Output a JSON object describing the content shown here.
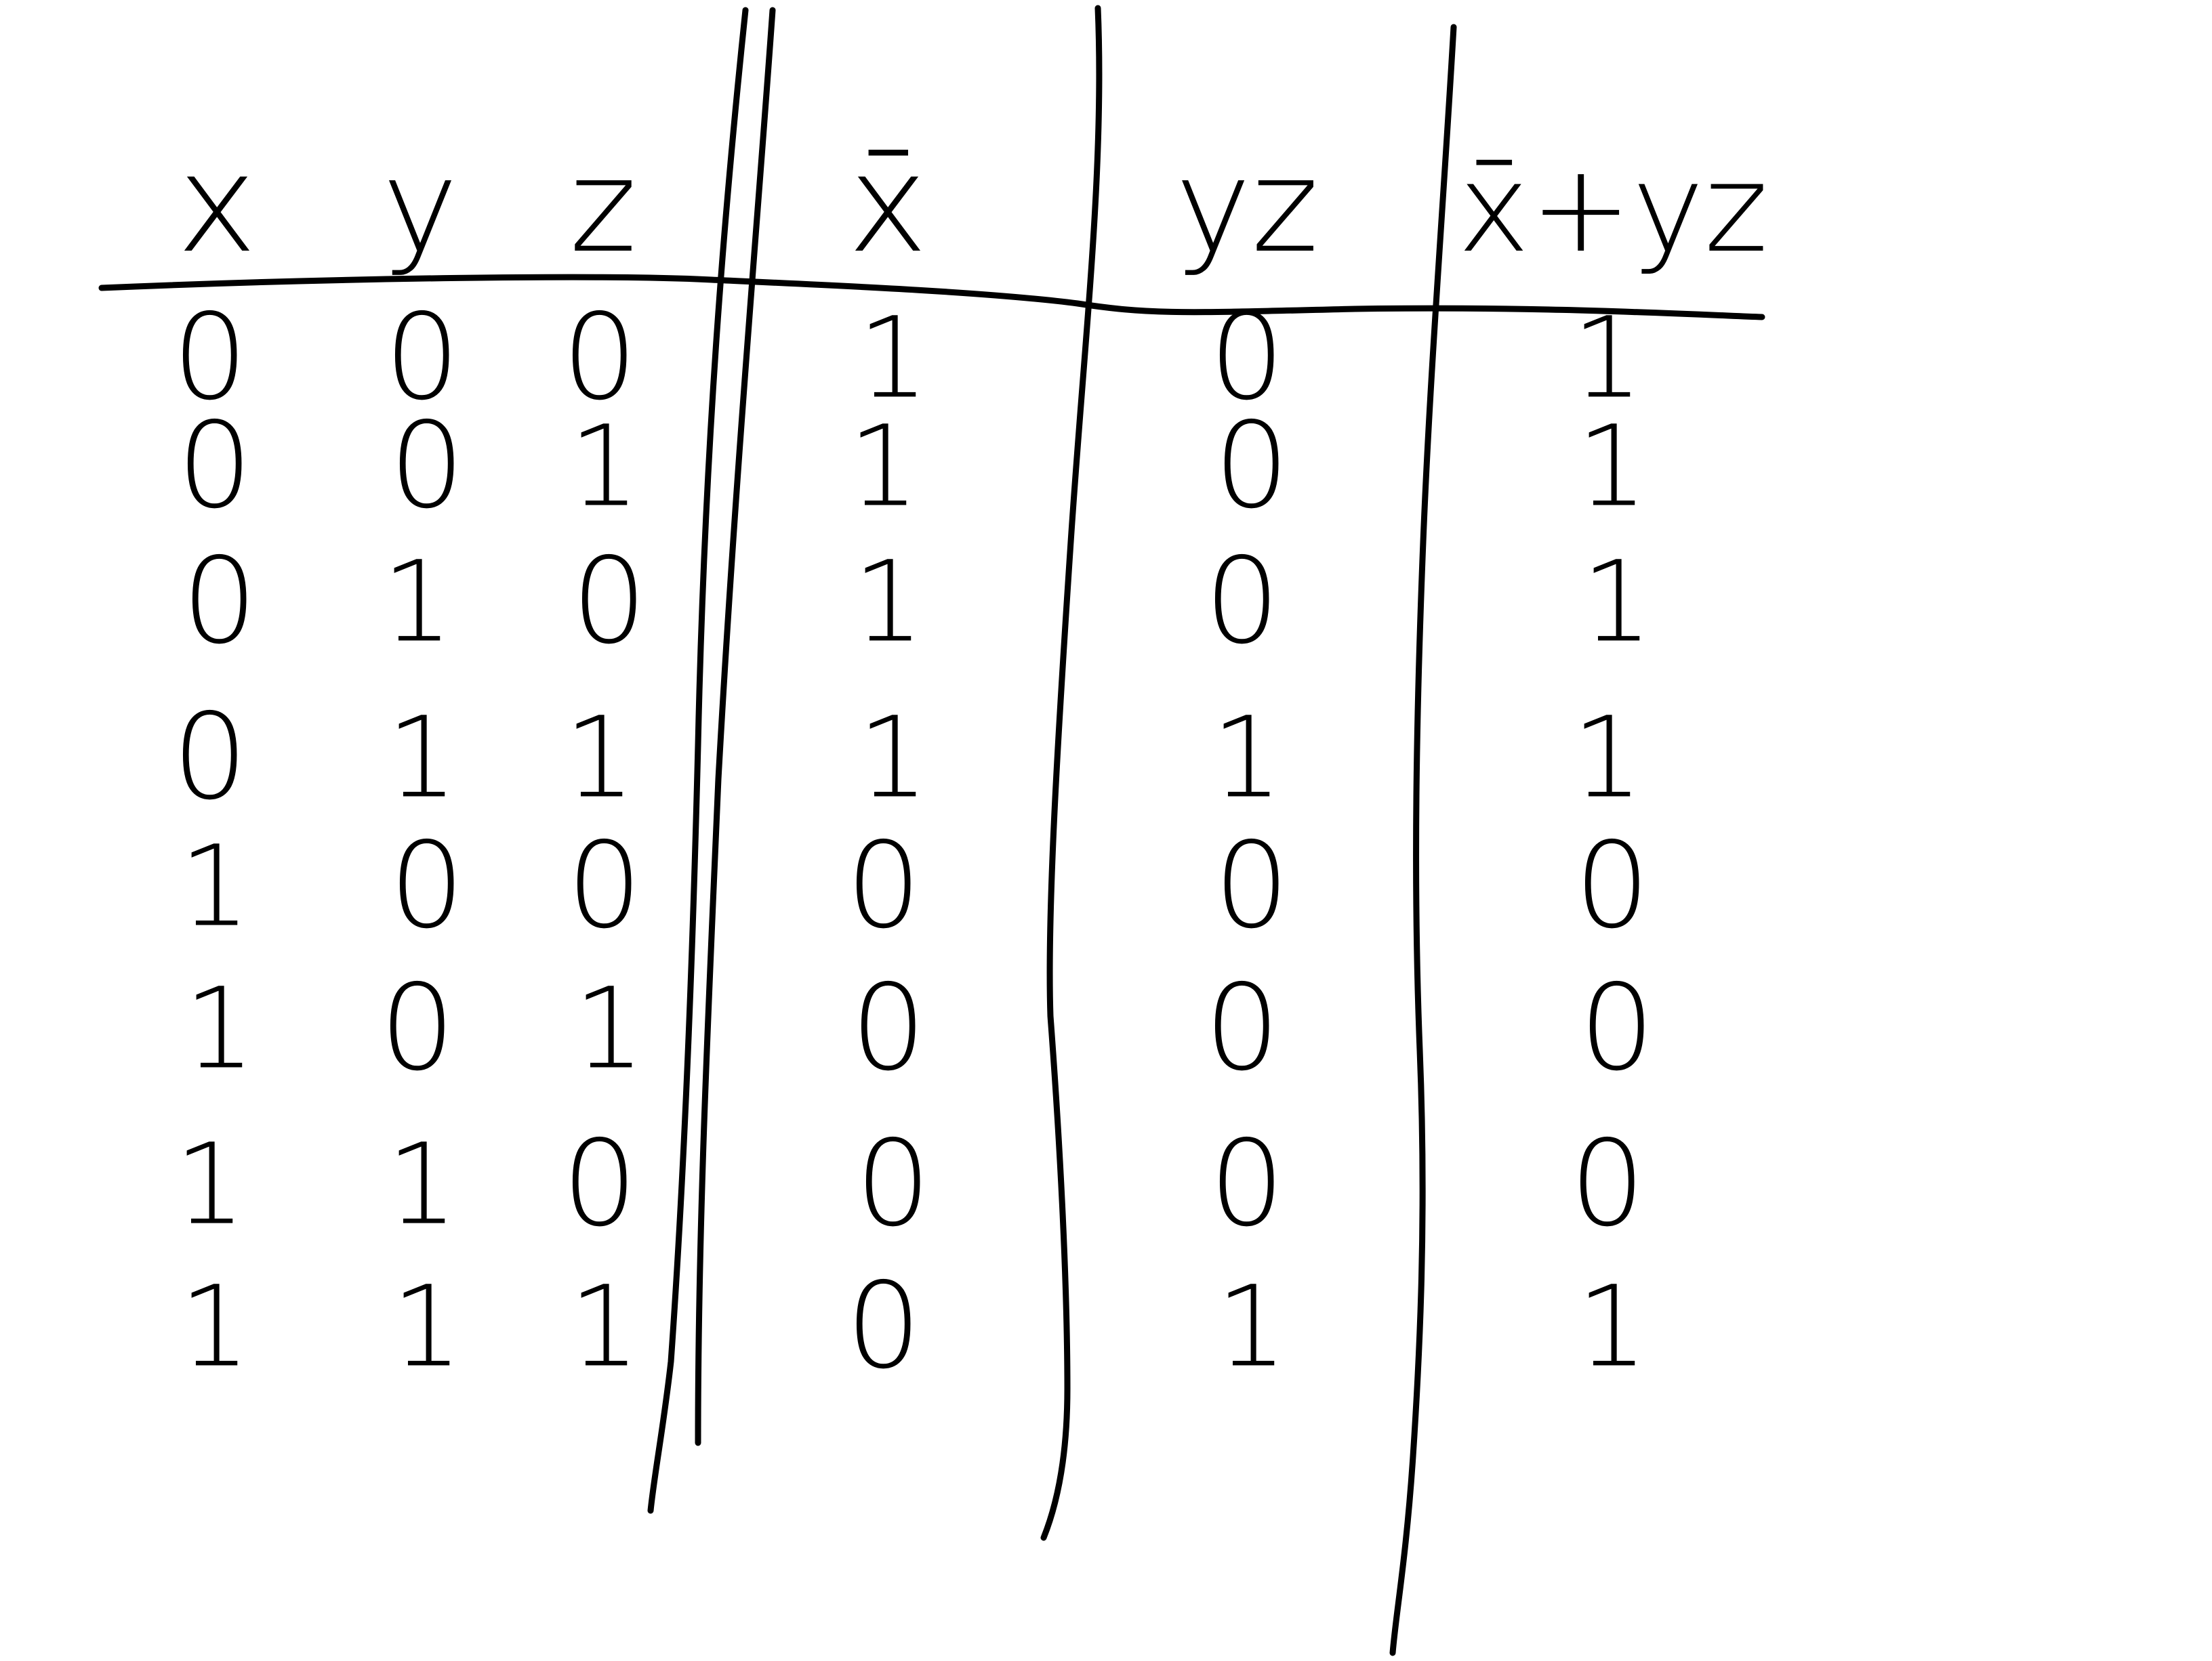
{
  "ink_color": "#000000",
  "paper_color": "#ffffff",
  "table": {
    "headers": [
      "x",
      "y",
      "z",
      "x̄",
      "yz",
      "x̄+yz"
    ],
    "rows": [
      [
        "0",
        "0",
        "0",
        "1",
        "0",
        "1"
      ],
      [
        "0",
        "0",
        "1",
        "1",
        "0",
        "1"
      ],
      [
        "0",
        "1",
        "0",
        "1",
        "0",
        "1"
      ],
      [
        "0",
        "1",
        "1",
        "1",
        "1",
        "1"
      ],
      [
        "1",
        "0",
        "0",
        "0",
        "0",
        "0"
      ],
      [
        "1",
        "0",
        "1",
        "0",
        "0",
        "0"
      ],
      [
        "1",
        "1",
        "0",
        "0",
        "0",
        "0"
      ],
      [
        "1",
        "1",
        "1",
        "0",
        "1",
        "1"
      ]
    ]
  }
}
